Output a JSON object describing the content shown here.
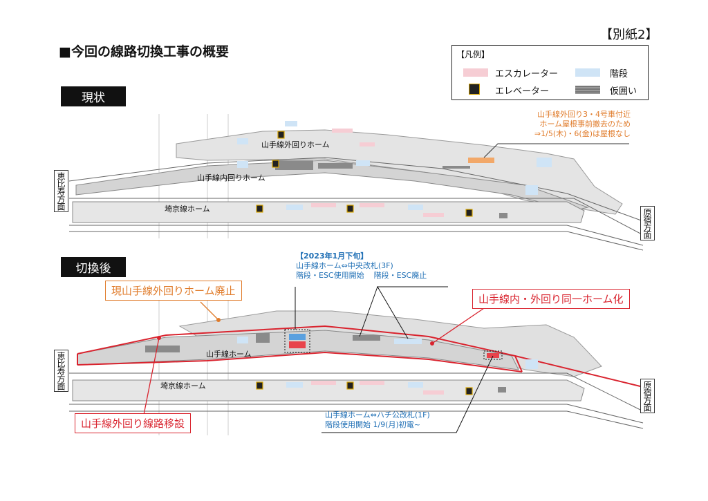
{
  "title": "■今回の線路切換工事の概要",
  "sheet_label": "【別紙2】",
  "legend": {
    "title": "【凡例】",
    "items": [
      {
        "label": "エスカレーター",
        "color": "#f6cdd4"
      },
      {
        "label": "階段",
        "color": "#cfe4f6"
      },
      {
        "label": "エレベーター",
        "icon": "elevator-icon"
      },
      {
        "label": "仮囲い",
        "color": "#8a8a8a"
      }
    ]
  },
  "current": {
    "section_label": "現状",
    "left_direction": "恵比寿方面",
    "right_direction": "原宿方面",
    "platforms": [
      "山手線外回りホーム",
      "山手線内回りホーム",
      "埼京線ホーム"
    ],
    "note": [
      "山手線外回り3・4号車付近",
      "ホーム屋根事前撤去のため",
      "⇒1/5(木)・6(金)は屋根なし"
    ]
  },
  "after": {
    "section_label": "切換後",
    "left_direction": "恵比寿方面",
    "right_direction": "原宿方面",
    "platforms": [
      "山手線ホーム",
      "埼京線ホーム"
    ],
    "callout_abolish": "現山手線外回りホーム廃止",
    "callout_unify": "山手線内・外回り同一ホーム化",
    "callout_relocate": "山手線外回り線路移設",
    "top_note": [
      "【2023年1月下旬】",
      "山手線ホーム⇔中央改札(3F)",
      "階段・ESC使用開始",
      "階段・ESC廃止"
    ],
    "bottom_note": [
      "山手線ホーム⇔ハチ公改札(1F)",
      "階段使用開始 1/9(月)初電~"
    ]
  },
  "colors": {
    "red": "#d9232e",
    "orange": "#e07b2a",
    "blue": "#1f6fb5"
  }
}
